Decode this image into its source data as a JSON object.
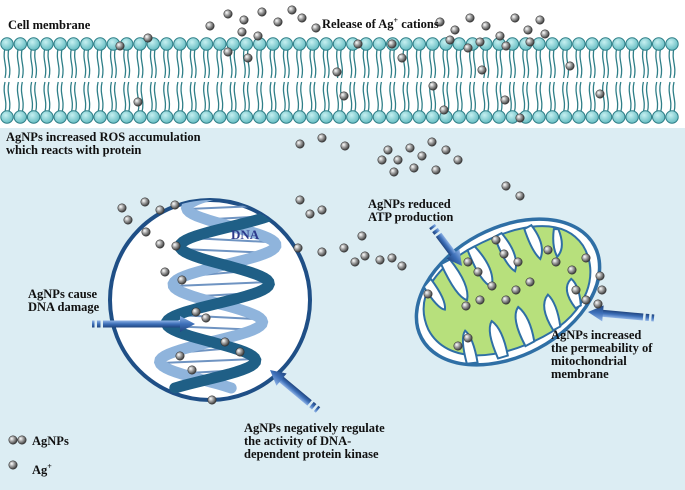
{
  "labels": {
    "cell_membrane": "Cell membrane",
    "release_ag_cations_prefix": "Release of Ag",
    "release_ag_cations_sup": "+",
    "release_ag_cations_suffix": " cations",
    "ros_line1": "AgNPs increased ROS accumulation",
    "ros_line2": "which reacts with protein",
    "dna": "DNA",
    "dna_damage_line1": "AgNPs cause",
    "dna_damage_line2": "DNA damage",
    "atp_line1": "AgNPs reduced",
    "atp_line2": "ATP production",
    "permeability_line1": "AgNPs increased",
    "permeability_line2": "the permeability of",
    "permeability_line3": "mitochondrial",
    "permeability_line4": "membrane",
    "kinase_line1": "AgNPs negatively regulate",
    "kinase_line2": "the activity of DNA-",
    "kinase_line3": "dependent protein kinase",
    "legend_agnps": "AgNPs",
    "legend_ag_base": "Ag",
    "legend_ag_sup": "+"
  },
  "colors": {
    "cytoplasm": "#dcedf3",
    "lipid_head": "#7fcfd2",
    "lipid_head_stroke": "#2f7f88",
    "cell_ring": "#1f4f86",
    "mitochondria_fill": "#b7e07c",
    "mitochondria_outline": "#2f6fa5",
    "dna_dark": "#1f5f86",
    "dna_light": "#8fb4dc",
    "arrow": "#3b6fb3",
    "particle": "#8a8a8a"
  },
  "icons": {
    "arrow": "block-arrow-icon",
    "particle": "sphere-particle-icon"
  }
}
